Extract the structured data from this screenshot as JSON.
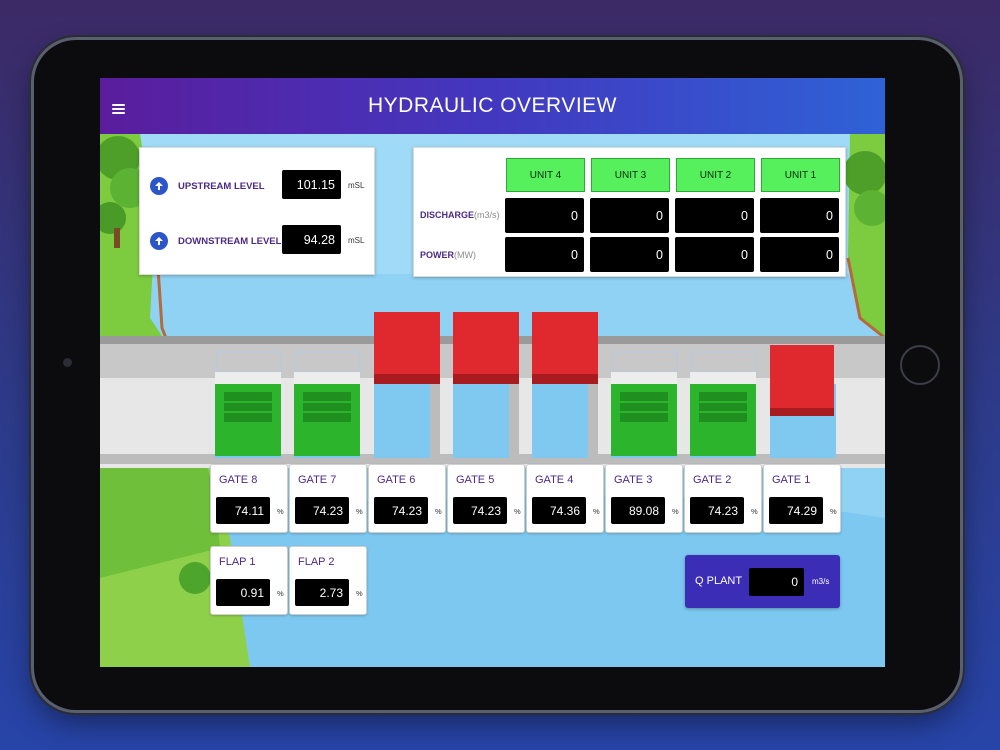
{
  "app": {
    "title": "HYDRAULIC OVERVIEW"
  },
  "levels": [
    {
      "label": "UPSTREAM LEVEL",
      "value": "101.15",
      "unit": "mSL"
    },
    {
      "label": "DOWNSTREAM LEVEL",
      "value": "94.28",
      "unit": "mSL"
    }
  ],
  "units_table": {
    "discharge_label": "DISCHARGE",
    "discharge_unit": "(m3/s)",
    "power_label": "POWER",
    "power_unit": "(MW)",
    "units": [
      {
        "name": "UNIT 4",
        "discharge": "0",
        "power": "0"
      },
      {
        "name": "UNIT 3",
        "discharge": "0",
        "power": "0"
      },
      {
        "name": "UNIT 2",
        "discharge": "0",
        "power": "0"
      },
      {
        "name": "UNIT 1",
        "discharge": "0",
        "power": "0"
      }
    ]
  },
  "gates": [
    {
      "name": "GATE 8",
      "value": "74.11",
      "unit": "%"
    },
    {
      "name": "GATE 7",
      "value": "74.23",
      "unit": "%"
    },
    {
      "name": "GATE 6",
      "value": "74.23",
      "unit": "%"
    },
    {
      "name": "GATE 5",
      "value": "74.23",
      "unit": "%"
    },
    {
      "name": "GATE 4",
      "value": "74.36",
      "unit": "%"
    },
    {
      "name": "GATE 3",
      "value": "89.08",
      "unit": "%"
    },
    {
      "name": "GATE 2",
      "value": "74.23",
      "unit": "%"
    },
    {
      "name": "GATE 1",
      "value": "74.29",
      "unit": "%"
    }
  ],
  "flaps": [
    {
      "name": "FLAP 1",
      "value": "0.91",
      "unit": "%"
    },
    {
      "name": "FLAP 2",
      "value": "2.73",
      "unit": "%"
    }
  ],
  "qplant": {
    "label": "Q PLANT",
    "value": "0",
    "unit": "m3/s"
  },
  "gate_states": [
    "closed",
    "closed",
    "open",
    "open",
    "open",
    "closed",
    "closed",
    "flap-raised"
  ],
  "colors": {
    "appbar_start": "#5a1d9d",
    "appbar_end": "#2f62d6",
    "unit_button": "#55f05c",
    "closed_gate": "#2cb52c",
    "open_gate": "#e0292f",
    "label_text": "#4b2a88",
    "qplant_bg": "#3b2db5",
    "water": "#8fd2f4"
  }
}
